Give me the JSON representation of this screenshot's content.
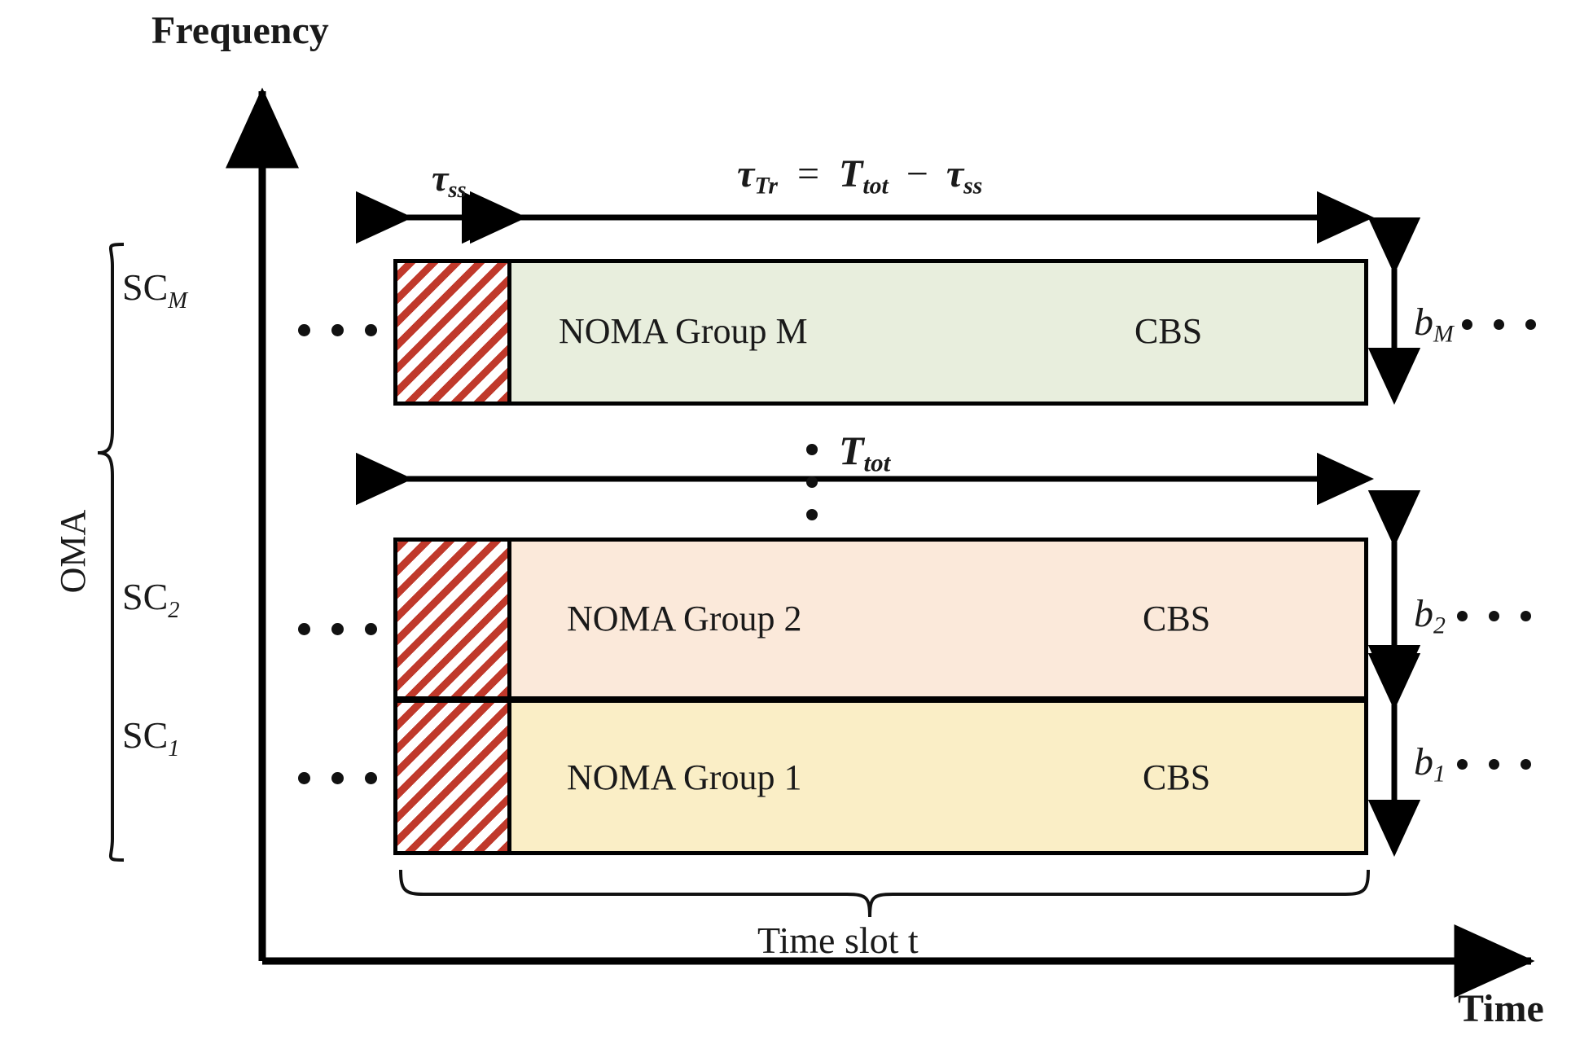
{
  "axes": {
    "y_label": "Frequency",
    "x_label": "Time"
  },
  "group_brace": {
    "label": "OMA"
  },
  "subcarriers": [
    {
      "name": "SC",
      "index": "M",
      "bandwidth_symbol": "b",
      "bandwidth_index": "M"
    },
    {
      "name": "SC",
      "index": "2",
      "bandwidth_symbol": "b",
      "bandwidth_index": "2"
    },
    {
      "name": "SC",
      "index": "1",
      "bandwidth_symbol": "b",
      "bandwidth_index": "1"
    }
  ],
  "bars": [
    {
      "id": "sc-m",
      "label": "NOMA Group M",
      "destination": "CBS",
      "fill": "#e8eedd",
      "sensing_fill": "#c0392b"
    },
    {
      "id": "sc-2",
      "label": "NOMA Group 2",
      "destination": "CBS",
      "fill": "#fbe9da",
      "sensing_fill": "#c0392b"
    },
    {
      "id": "sc-1",
      "label": "NOMA Group 1",
      "destination": "CBS",
      "fill": "#faeec6",
      "sensing_fill": "#c0392b"
    }
  ],
  "timing": {
    "sensing_label": "τ",
    "sensing_sub": "ss",
    "transmission_expr": {
      "lhs_symbol": "τ",
      "lhs_sub": "Tr",
      "equals": "=",
      "rhs_symbol": "T",
      "rhs_sub": "tot",
      "minus": "−",
      "sub_symbol": "τ",
      "sub_sub": "ss"
    },
    "total_label": {
      "symbol": "T",
      "sub": "tot"
    },
    "slot_label": "Time slot t"
  },
  "colors": {
    "stroke": "#000000",
    "text": "#1a1a1a",
    "hatch": "#c0392b",
    "bar_m": "#e8eedd",
    "bar_2": "#fbe9da",
    "bar_1": "#faeec6",
    "background": "#ffffff"
  }
}
